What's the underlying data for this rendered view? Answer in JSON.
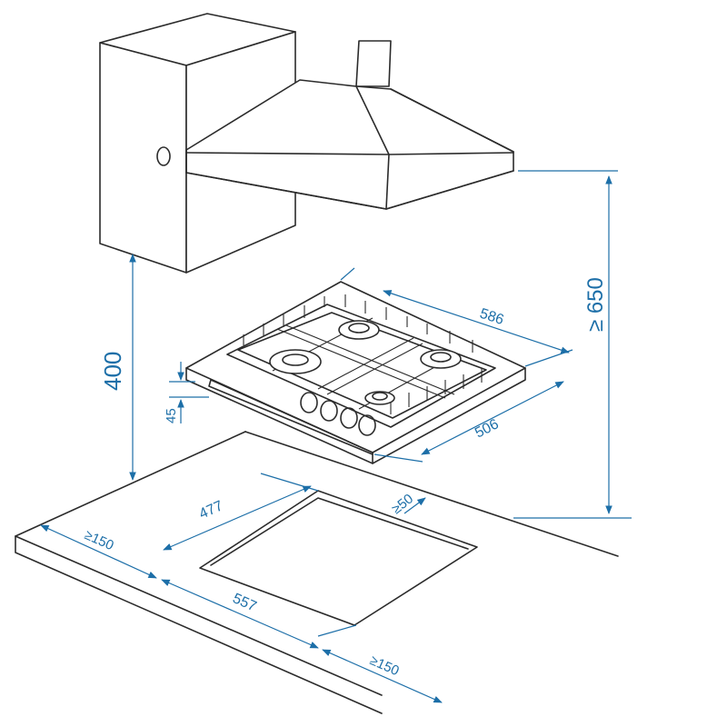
{
  "dimensions": {
    "hood_clearance": "≥ 650",
    "side_clearance": "400",
    "hob_height": "45",
    "hob_width": "586",
    "hob_depth": "506",
    "cutout_depth": "477",
    "cutout_width": "557",
    "back_clearance": "≥50",
    "left_clearance": "≥150",
    "front_clearance": "≥150"
  },
  "colors": {
    "dimension": "#1d6fa8",
    "outline": "#2b2b2b"
  }
}
